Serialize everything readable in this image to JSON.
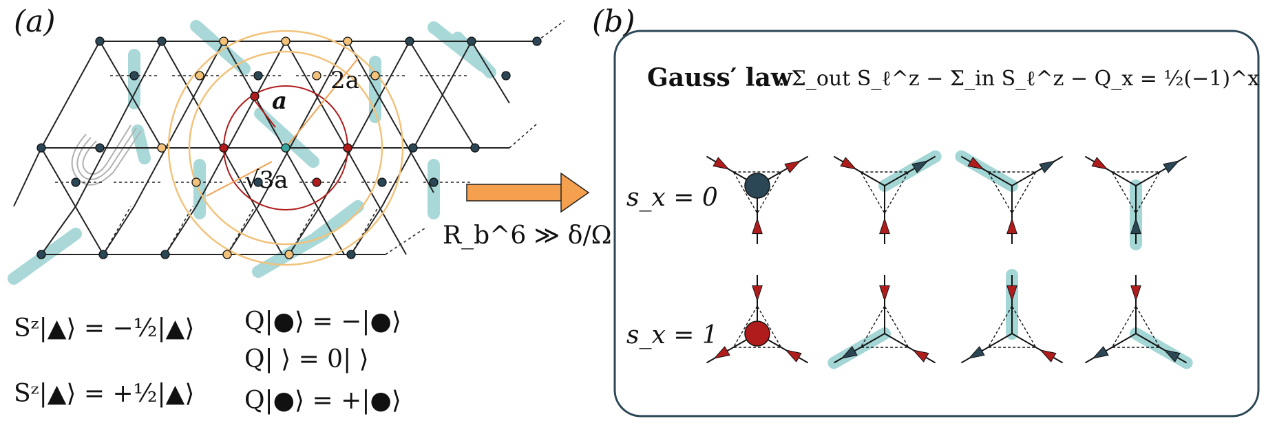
{
  "panel_a": {
    "label": "(a)",
    "annotations": {
      "nn": "a",
      "third": "√3a",
      "second": "2a"
    },
    "equations": {
      "sz_red": "Sᶻ|▲⟩ = −½|▲⟩",
      "sz_blue": "Sᶻ|▲⟩ = +½|▲⟩",
      "q_red": "Q|●⟩ = −|●⟩",
      "q_empty": "Q|  ⟩ = 0|  ⟩",
      "q_blue": "Q|●⟩ = +|●⟩"
    }
  },
  "arrow_condition": "R_b^6 ≫ δ/Ω",
  "panel_b": {
    "label": "(b)",
    "gauss_title": "Gauss′ law",
    "gauss_formula": ": Σ_out S_ℓ^z − Σ_in S_ℓ^z − Q_x = ½(−1)^x",
    "rows": [
      {
        "label": "s_x = 0"
      },
      {
        "label": "s_x = 1"
      }
    ]
  },
  "colors": {
    "red": "#b01c1c",
    "blue": "#2b4654",
    "orange": "#f2c27a",
    "teal": "#a5d6d6",
    "arrow": "#f5a04e"
  }
}
